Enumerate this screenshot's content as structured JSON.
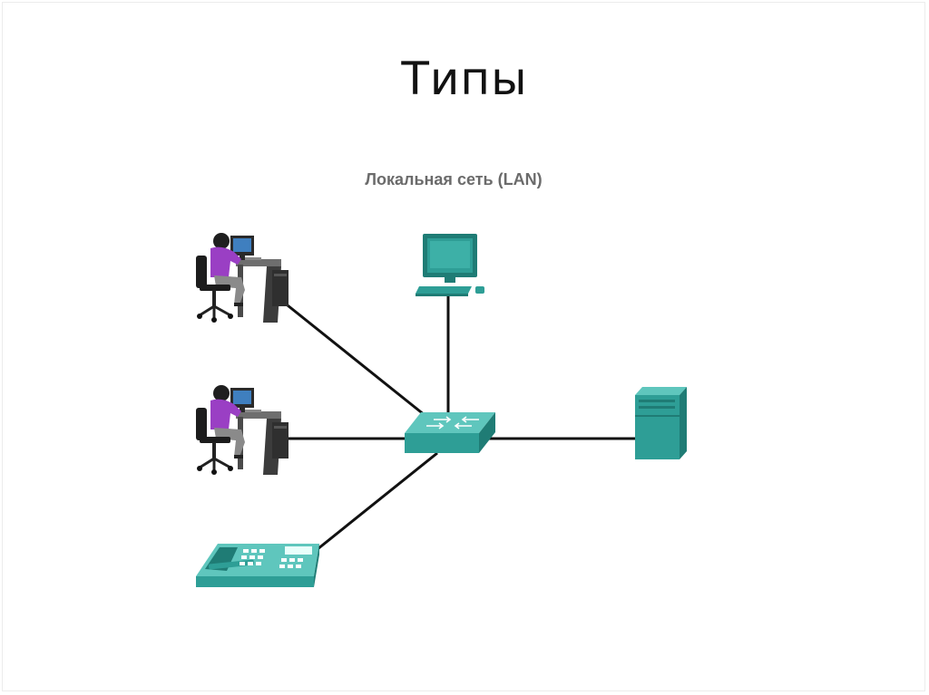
{
  "slide": {
    "title": "Типы"
  },
  "diagram": {
    "caption": "Локальная сеть (LAN)",
    "device_color": "#2e9e96",
    "device_dark": "#1f7c75",
    "device_light": "#5fc6bd",
    "link_color": "#111111",
    "person_shirt_color": "#9a3fc4",
    "nodes": [
      {
        "id": "workstation-1",
        "type": "user-at-desk-icon"
      },
      {
        "id": "workstation-2",
        "type": "user-at-desk-icon"
      },
      {
        "id": "pc",
        "type": "desktop-pc-icon"
      },
      {
        "id": "switch",
        "type": "switch-icon"
      },
      {
        "id": "server",
        "type": "server-icon"
      },
      {
        "id": "ip-phone",
        "type": "ip-phone-icon"
      }
    ],
    "links": [
      {
        "from": "workstation-1",
        "to": "switch"
      },
      {
        "from": "workstation-2",
        "to": "switch"
      },
      {
        "from": "pc",
        "to": "switch"
      },
      {
        "from": "server",
        "to": "switch"
      },
      {
        "from": "ip-phone",
        "to": "switch"
      }
    ]
  }
}
